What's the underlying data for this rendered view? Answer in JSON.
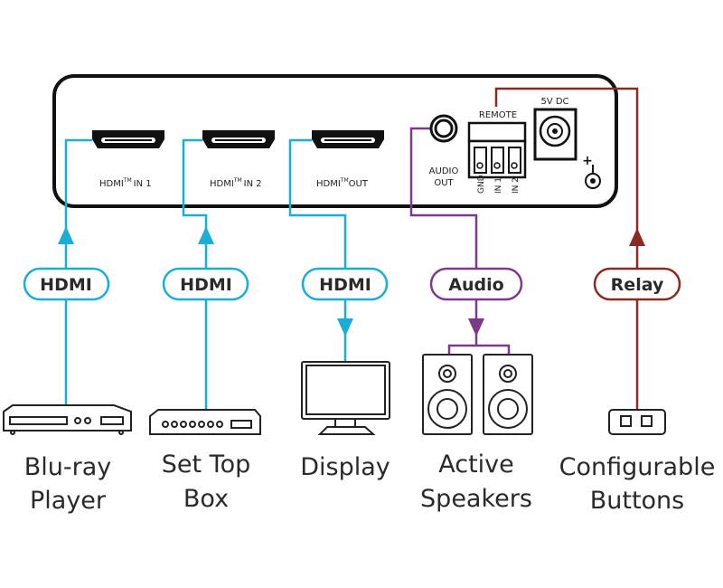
{
  "colors": {
    "hdmi": "#1aaed6",
    "audio": "#7b3a8a",
    "relay": "#8a2a22",
    "outline": "#111111",
    "text": "#2a2a2a"
  },
  "unit": {
    "ports": {
      "hdmi_in1": {
        "label": "HDMI",
        "tm": "TM",
        "suffix": "IN 1"
      },
      "hdmi_in2": {
        "label": "HDMI",
        "tm": "TM",
        "suffix": "IN 2"
      },
      "hdmi_out": {
        "label": "HDMI",
        "tm": "TM",
        "suffix": "OUT"
      },
      "audio_out": {
        "line1": "AUDIO",
        "line2": "OUT"
      },
      "remote": {
        "label": "REMOTE",
        "pins": [
          "GND",
          "IN 1",
          "IN 2"
        ]
      },
      "power": {
        "label": "5V DC",
        "polarity": "+"
      }
    }
  },
  "connections": [
    {
      "pill": "HDMI",
      "device": [
        "Blu-ray",
        "Player"
      ],
      "direction": "up",
      "color_key": "hdmi"
    },
    {
      "pill": "HDMI",
      "device": [
        "Set Top",
        "Box"
      ],
      "direction": "up",
      "color_key": "hdmi"
    },
    {
      "pill": "HDMI",
      "device": [
        "Display",
        ""
      ],
      "direction": "down",
      "color_key": "hdmi"
    },
    {
      "pill": "Audio",
      "device": [
        "Active",
        "Speakers"
      ],
      "direction": "down",
      "color_key": "audio"
    },
    {
      "pill": "Relay",
      "device": [
        "Configurable",
        "Buttons"
      ],
      "direction": "up",
      "color_key": "relay"
    }
  ]
}
